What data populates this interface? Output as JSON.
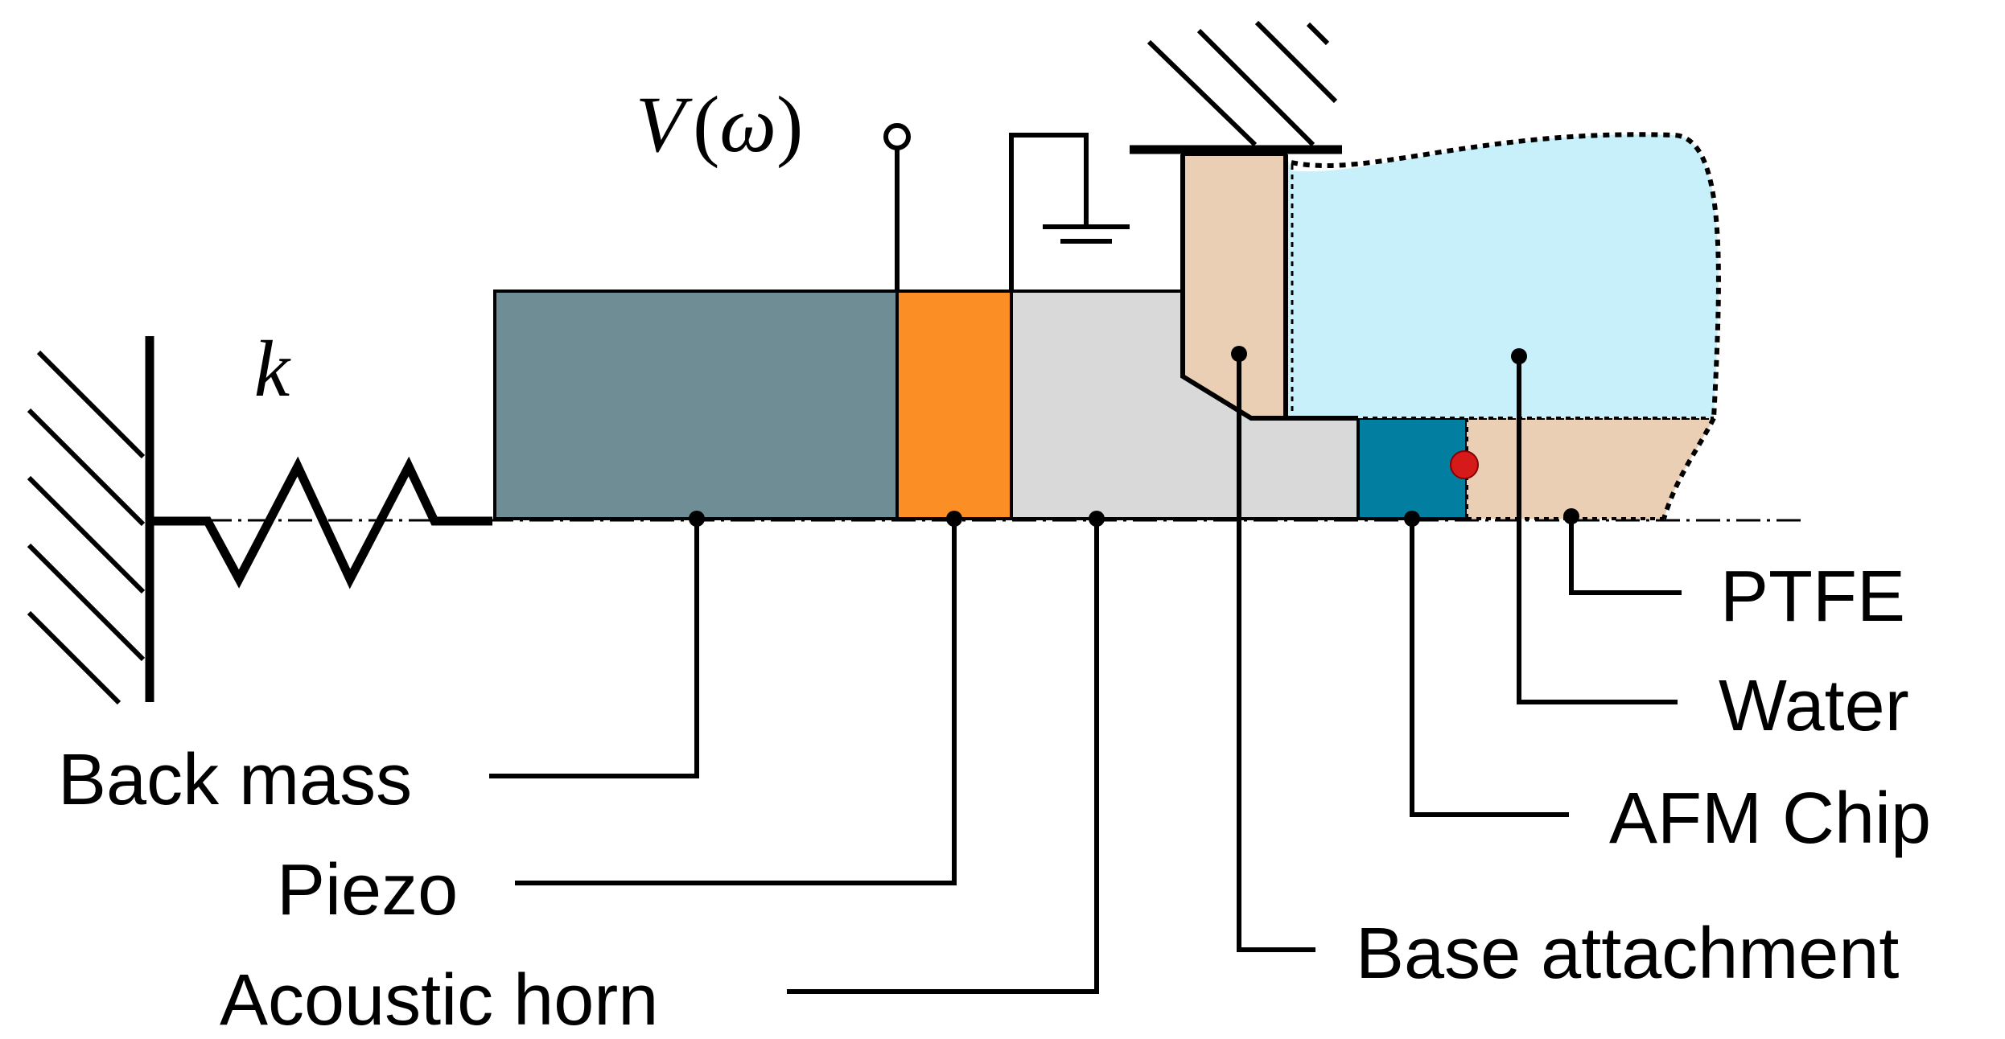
{
  "symbols": {
    "spring_constant": "k",
    "voltage_var": "V",
    "voltage_open": "(",
    "voltage_arg": "ω",
    "voltage_close": ")"
  },
  "labels": {
    "back_mass": "Back mass",
    "piezo": "Piezo",
    "acoustic_horn": "Acoustic horn",
    "ptfe": "PTFE",
    "water": "Water",
    "afm_chip": "AFM Chip",
    "base_attachment": "Base attachment"
  },
  "colors": {
    "back_mass": "#6f8d94",
    "piezo": "#fb8f25",
    "acoustic_horn": "#d9d9d9",
    "ptfe": "#eacfb4",
    "water": "#c8f0fa",
    "afm_chip": "#017ea0",
    "sample_point": "#d61a1a"
  }
}
